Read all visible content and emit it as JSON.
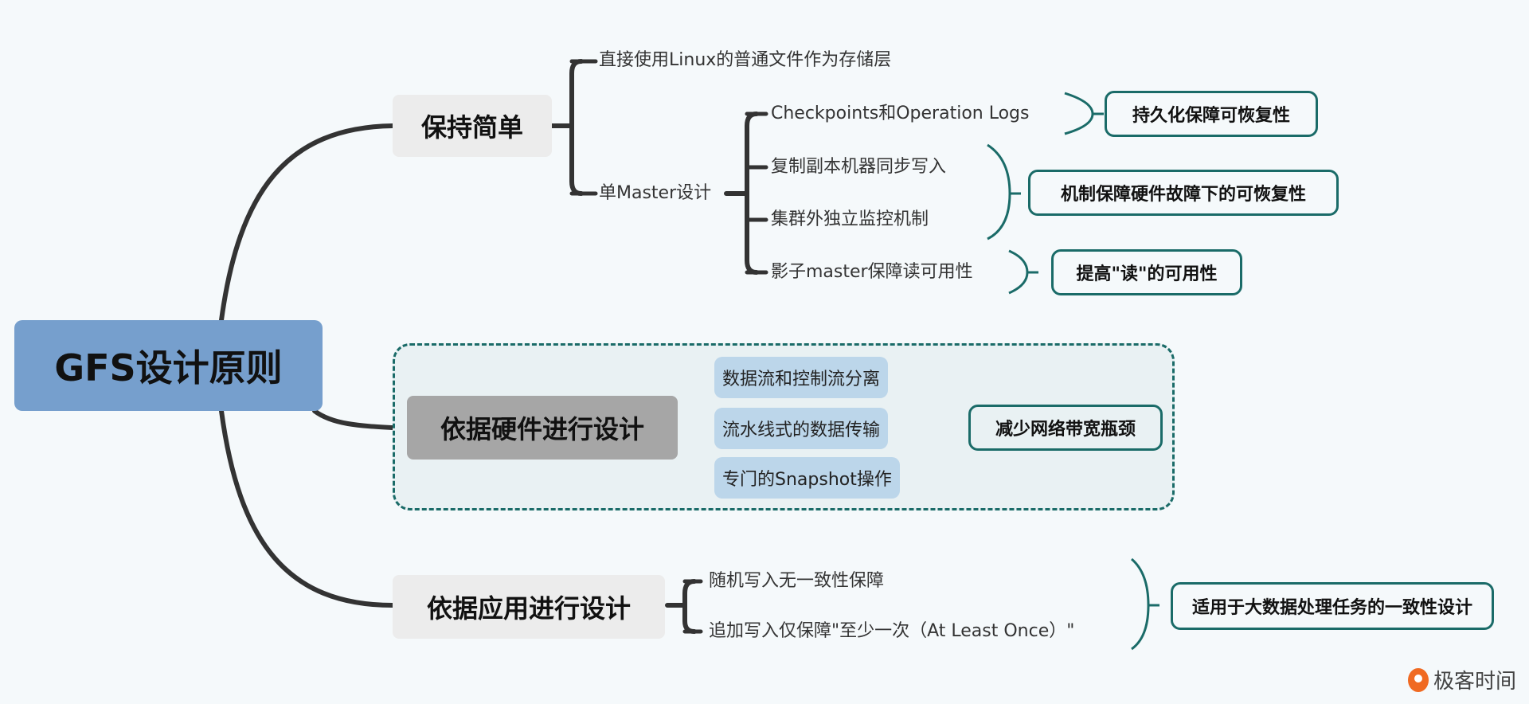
{
  "root": {
    "label": "GFS设计原则",
    "color": "#769fcd"
  },
  "branches": [
    {
      "label": "保持简单",
      "children": [
        {
          "label": "直接使用Linux的普通文件作为存储层"
        },
        {
          "label": "单Master设计",
          "children": [
            {
              "label": "Checkpoints和Operation Logs"
            },
            {
              "label": "复制副本机器同步写入"
            },
            {
              "label": "集群外独立监控机制"
            },
            {
              "label": "影子master保障读可用性"
            }
          ]
        }
      ],
      "summaries": [
        {
          "label": "持久化保障可恢复性"
        },
        {
          "label": "机制保障硬件故障下的可恢复性"
        },
        {
          "label": "提高\"读\"的可用性"
        }
      ]
    },
    {
      "label": "依据硬件进行设计",
      "children": [
        {
          "label": "数据流和控制流分离"
        },
        {
          "label": "流水线式的数据传输"
        },
        {
          "label": "专门的Snapshot操作"
        }
      ],
      "summaries": [
        {
          "label": "减少网络带宽瓶颈"
        }
      ]
    },
    {
      "label": "依据应用进行设计",
      "children": [
        {
          "label": "随机写入无一致性保障"
        },
        {
          "label": "追加写入仅保障\"至少一次（At Least Once）\""
        }
      ],
      "summaries": [
        {
          "label": "适用于大数据处理任务的一致性设计"
        }
      ]
    }
  ],
  "colors": {
    "accent": "#1a6b68",
    "line": "#333333",
    "pill": "#bcd6ea",
    "group_bg": "#e9f1f3"
  },
  "watermark": {
    "label": "极客时间",
    "icon": "geektime-logo-icon"
  }
}
